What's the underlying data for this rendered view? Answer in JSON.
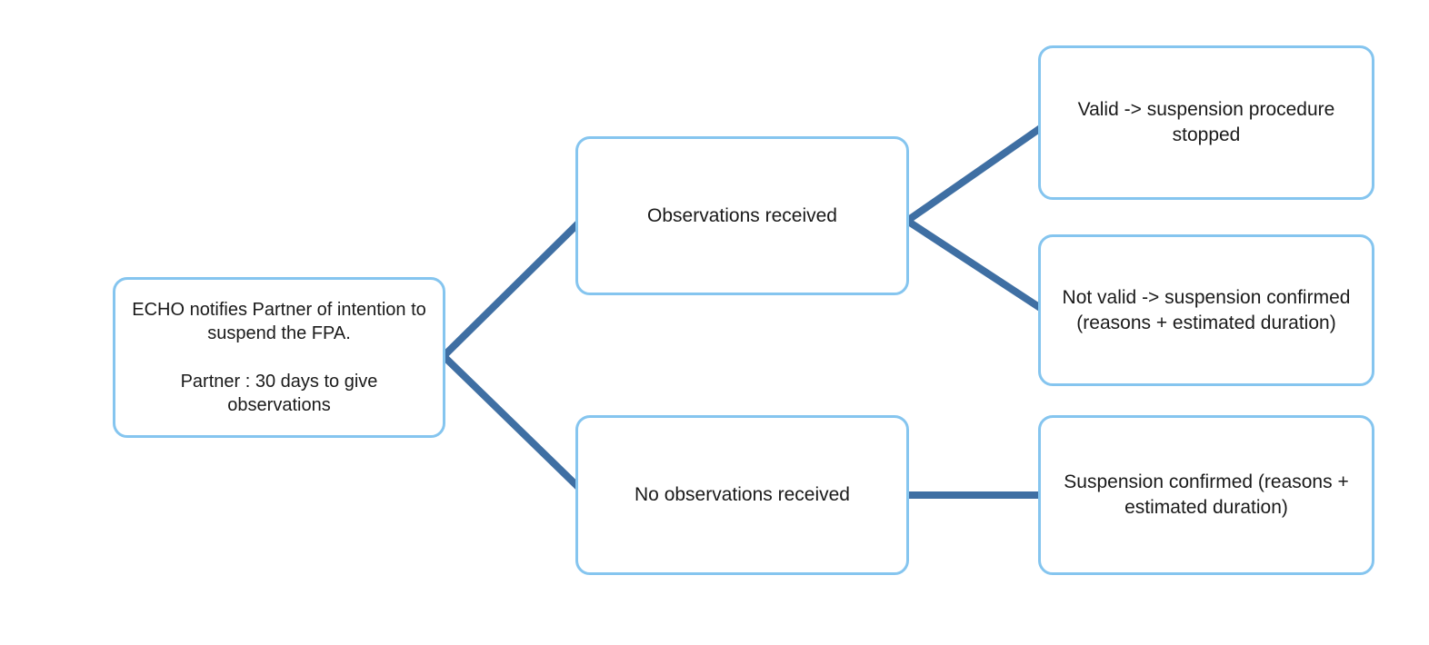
{
  "diagram": {
    "title": "FPA suspension procedure flowchart",
    "colors": {
      "node_border": "#85c5ef",
      "node_fill": "#ffffff",
      "connector": "#3f6fa3",
      "text": "#1a1a1a",
      "background": "#ffffff"
    },
    "nodes": [
      {
        "id": "notify",
        "name": "echo-notifies-partner",
        "text": "ECHO  notifies Partner of intention to suspend the FPA.\n\nPartner : 30 days to give observations"
      },
      {
        "id": "obs-yes",
        "name": "observations-received",
        "text": "Observations received"
      },
      {
        "id": "obs-no",
        "name": "no-observations-received",
        "text": "No observations received"
      },
      {
        "id": "valid",
        "name": "valid-suspension-stopped",
        "text": "Valid  -> suspension procedure stopped"
      },
      {
        "id": "not-valid",
        "name": "not-valid-suspension-confirmed",
        "text": "Not valid  -> suspension confirmed (reasons + estimated duration)"
      },
      {
        "id": "susp-conf",
        "name": "suspension-confirmed",
        "text": "Suspension confirmed (reasons + estimated duration)"
      }
    ],
    "connectors": [
      {
        "id": "c1",
        "name": "notify-to-observations-received",
        "from": "notify",
        "to": "obs-yes",
        "shape": "diagonal"
      },
      {
        "id": "c2",
        "name": "notify-to-no-observations",
        "from": "notify",
        "to": "obs-no",
        "shape": "diagonal"
      },
      {
        "id": "c3",
        "name": "observations-to-valid",
        "from": "obs-yes",
        "to": "valid",
        "shape": "diagonal"
      },
      {
        "id": "c4",
        "name": "observations-to-not-valid",
        "from": "obs-yes",
        "to": "not-valid",
        "shape": "diagonal"
      },
      {
        "id": "c5",
        "name": "no-observations-to-suspension",
        "from": "obs-no",
        "to": "susp-conf",
        "shape": "horizontal"
      }
    ]
  }
}
